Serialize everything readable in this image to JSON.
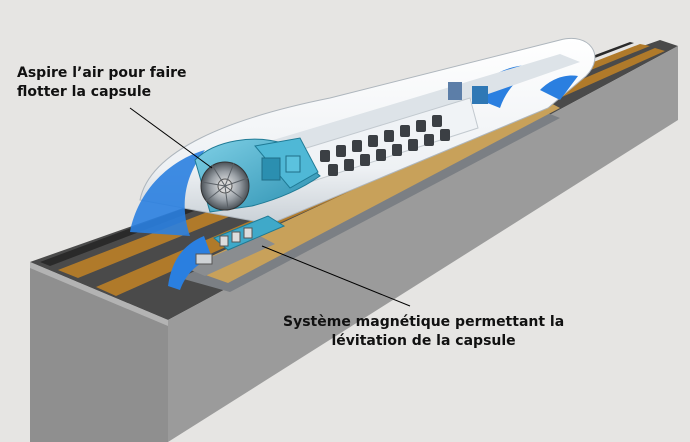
{
  "annotations": {
    "air_intake": {
      "line1": "Aspire l’air pour faire",
      "line2": "flotter la capsule"
    },
    "levitation": {
      "line1": "Système magnétique permettant la",
      "line2": "lévitation de la capsule"
    }
  },
  "colors": {
    "background": "#e6e5e3",
    "concrete": "#8e8e8e",
    "rail": "#b07a2a",
    "track": "#3a3a3a",
    "hull": "#f4f6f8",
    "mechanics": "#3fa9c9",
    "accent_blue": "#2a7fe0"
  }
}
